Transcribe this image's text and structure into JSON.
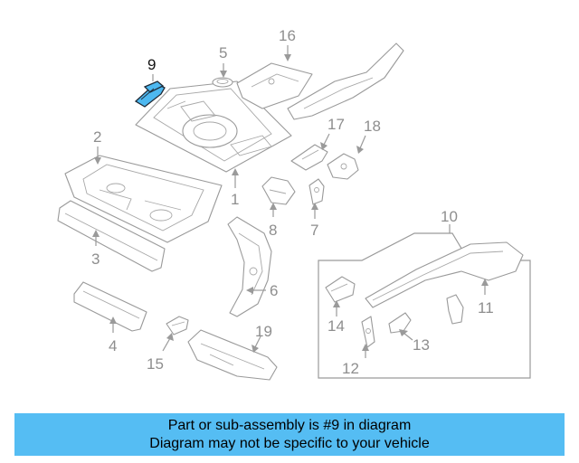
{
  "diagram": {
    "highlighted_part": "9",
    "highlight_color": "#4db8f0",
    "callouts": {
      "c1": "1",
      "c2": "2",
      "c3": "3",
      "c4": "4",
      "c5": "5",
      "c6": "6",
      "c7": "7",
      "c8": "8",
      "c9": "9",
      "c10": "10",
      "c11": "11",
      "c12": "12",
      "c13": "13",
      "c14": "14",
      "c15": "15",
      "c16": "16",
      "c17": "17",
      "c18": "18",
      "c19": "19"
    }
  },
  "banner": {
    "line1": "Part or sub-assembly is #9 in diagram",
    "line2": "Diagram may not be specific to your vehicle",
    "background": "#55bdf3"
  }
}
